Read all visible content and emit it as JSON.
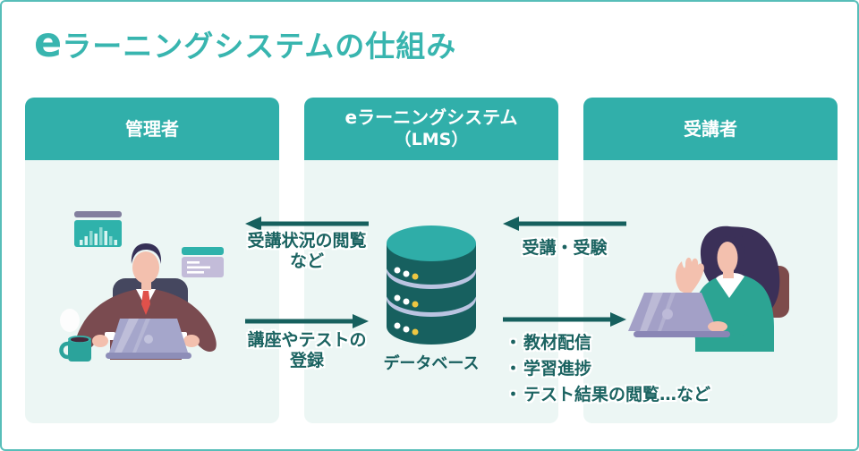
{
  "title": {
    "prefix": "e",
    "rest": "ラーニングシステムの仕組み"
  },
  "columns": {
    "admin": {
      "header": "管理者"
    },
    "lms": {
      "header_line1": "eラーニングシステム",
      "header_line2": "（LMS）"
    },
    "student": {
      "header": "受講者"
    }
  },
  "database": {
    "label": "データベース",
    "icon": "database-icon"
  },
  "flows": {
    "view_status": {
      "direction": "left",
      "line1": "受講状況の閲覧",
      "line2": "など"
    },
    "register": {
      "direction": "right",
      "line1": "講座やテストの",
      "line2": "登録"
    },
    "attend": {
      "direction": "left",
      "label": "受講・受験"
    },
    "deliver": {
      "direction": "right",
      "bullet_char": "・",
      "bullets": [
        "教材配信",
        "学習進捗",
        "テスト結果の閲覧…など"
      ]
    }
  },
  "illustrations": {
    "admin": "admin-at-laptop-illustration",
    "student": "student-at-laptop-illustration"
  },
  "colors": {
    "header_teal": "#31afaa",
    "panel_bg": "#ecf6f4",
    "arrow": "#16605e",
    "title_teal": "#38b5af",
    "label_text": "#1b6361",
    "db_body": "#175f5e",
    "db_top": "#2fada8"
  }
}
